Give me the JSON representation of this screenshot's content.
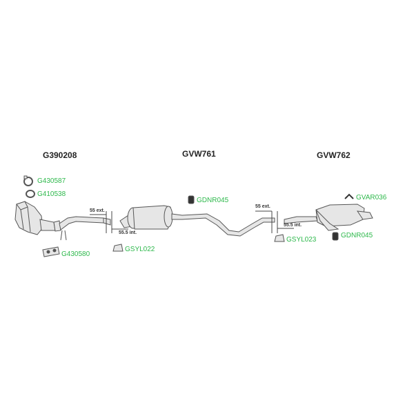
{
  "assemblies": {
    "front": "G390208",
    "middle": "GVW761",
    "rear": "GVW762"
  },
  "parts": {
    "clamp_top": "G430587",
    "ring": "G410538",
    "gasket": "G430580",
    "sleeve_left": "GSYL022",
    "hanger_middle": "GDNR045",
    "sleeve_right": "GSYL023",
    "hanger_rear": "GDNR045",
    "clip_rear": "GVAR036"
  },
  "dimensions": {
    "left_ext": "55 ext.",
    "left_int": "55.5 int.",
    "right_ext": "55 ext.",
    "right_int": "55.5 int."
  },
  "colors": {
    "part_label": "#2db84b",
    "pipe_fill": "#e6e6e6",
    "pipe_stroke": "#555555"
  }
}
